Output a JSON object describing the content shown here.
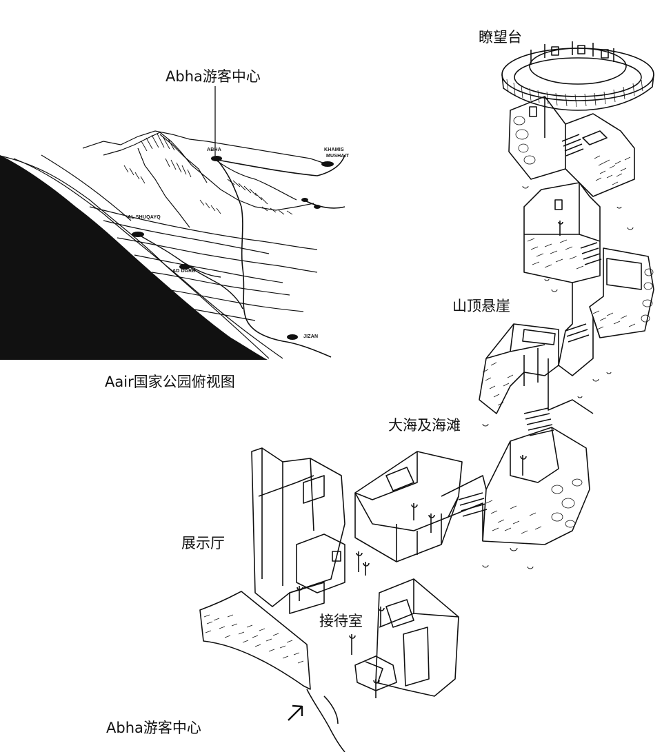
{
  "labels": {
    "map_pointer": "Abha游客中心",
    "map_caption": "Aair国家公园俯视图",
    "observatory": "瞭望台",
    "cliff_top": "山顶悬崖",
    "sea_beach": "大海及海滩",
    "exhibition_hall": "展示厅",
    "reception": "接待室",
    "entrance": "Abha游客中心"
  },
  "map_places": {
    "abha": "ABHA",
    "khamis_1": "KHAMIS",
    "khamis_2": "MUSHAIT",
    "al_shuqayq": "AL SHUQAYQ",
    "ad_darb": "AD DARB",
    "jizan": "JIZAN"
  },
  "colors": {
    "ink": "#111111",
    "paper": "#ffffff"
  }
}
